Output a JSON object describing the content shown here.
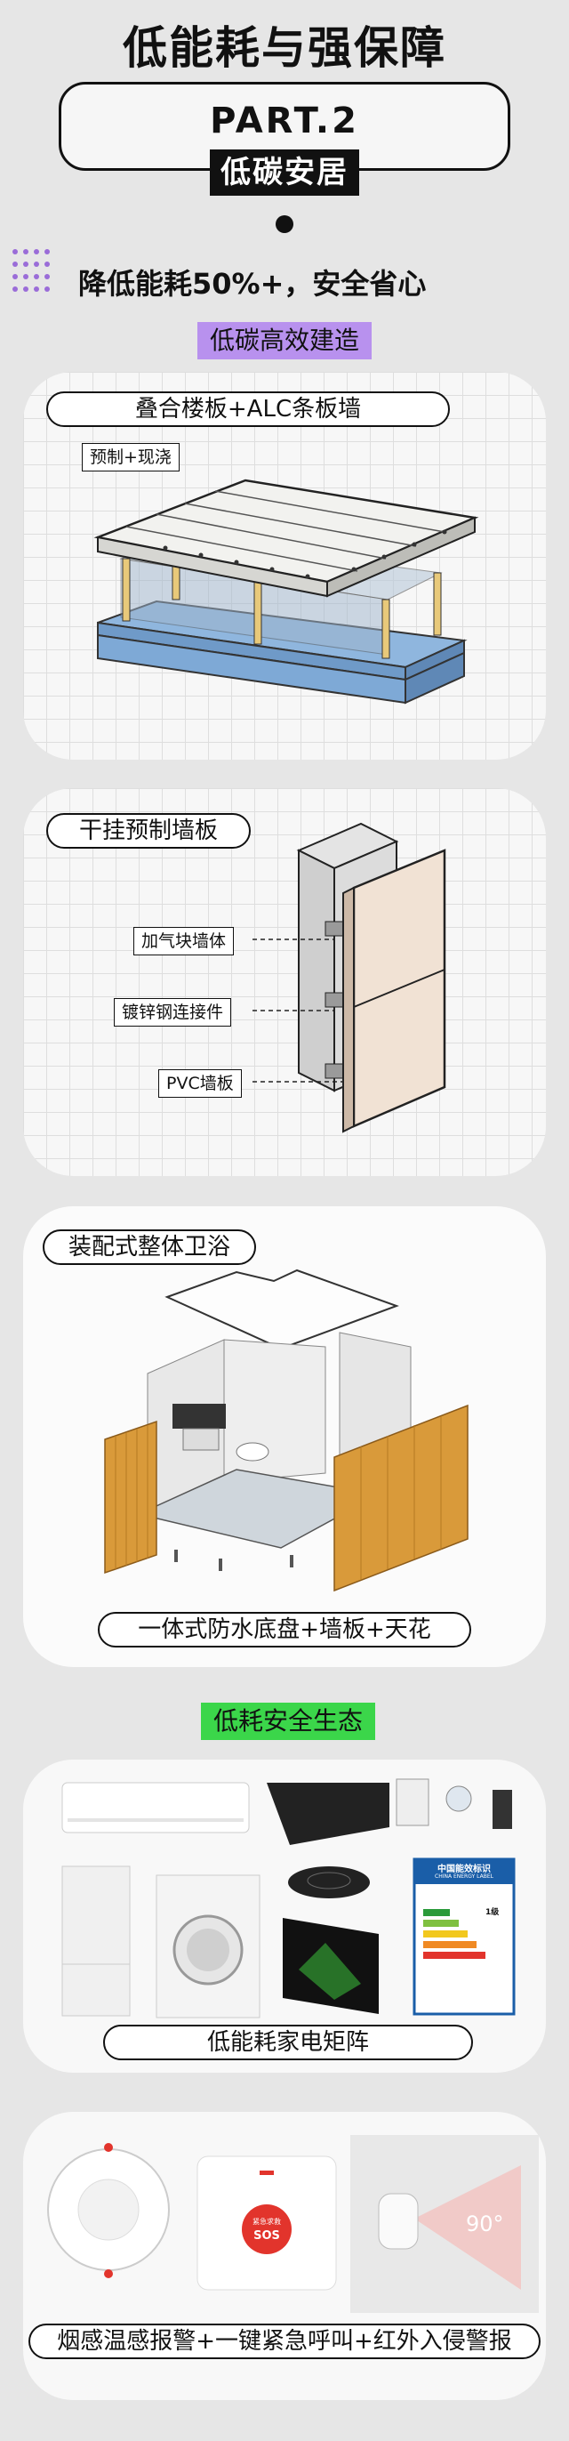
{
  "header": {
    "title": "低能耗与强保障",
    "part": "PART.2",
    "part_subtitle": "低碳安居",
    "slogan": "降低能耗50%+，安全省心"
  },
  "section_tags": {
    "low_carbon_build": "低碳高效建造",
    "eco": "低耗安全生态"
  },
  "card1": {
    "title": "叠合楼板+ALC条板墙",
    "label": "预制+现浇"
  },
  "card2": {
    "title": "干挂预制墙板",
    "labels": [
      "加气块墙体",
      "镀锌钢连接件",
      "PVC墙板"
    ]
  },
  "card3": {
    "title": "装配式整体卫浴",
    "caption": "一体式防水底盘+墙板+天花"
  },
  "card4": {
    "caption": "低能耗家电矩阵",
    "energy_label": {
      "title": "中国能效标识",
      "subtitle": "CHINA ENERGY LABEL",
      "grade": "1级"
    }
  },
  "card5": {
    "caption": "烟感温感报警+一键紧急呼叫+红外入侵警报",
    "sos_top": "紧急求救",
    "sos": "SOS",
    "angle": "90°"
  },
  "colors": {
    "purple_tag": "#b891ee",
    "green_tag": "#3bd64a",
    "wood": "#d99a3a",
    "blue_base": "#8fb6de"
  }
}
